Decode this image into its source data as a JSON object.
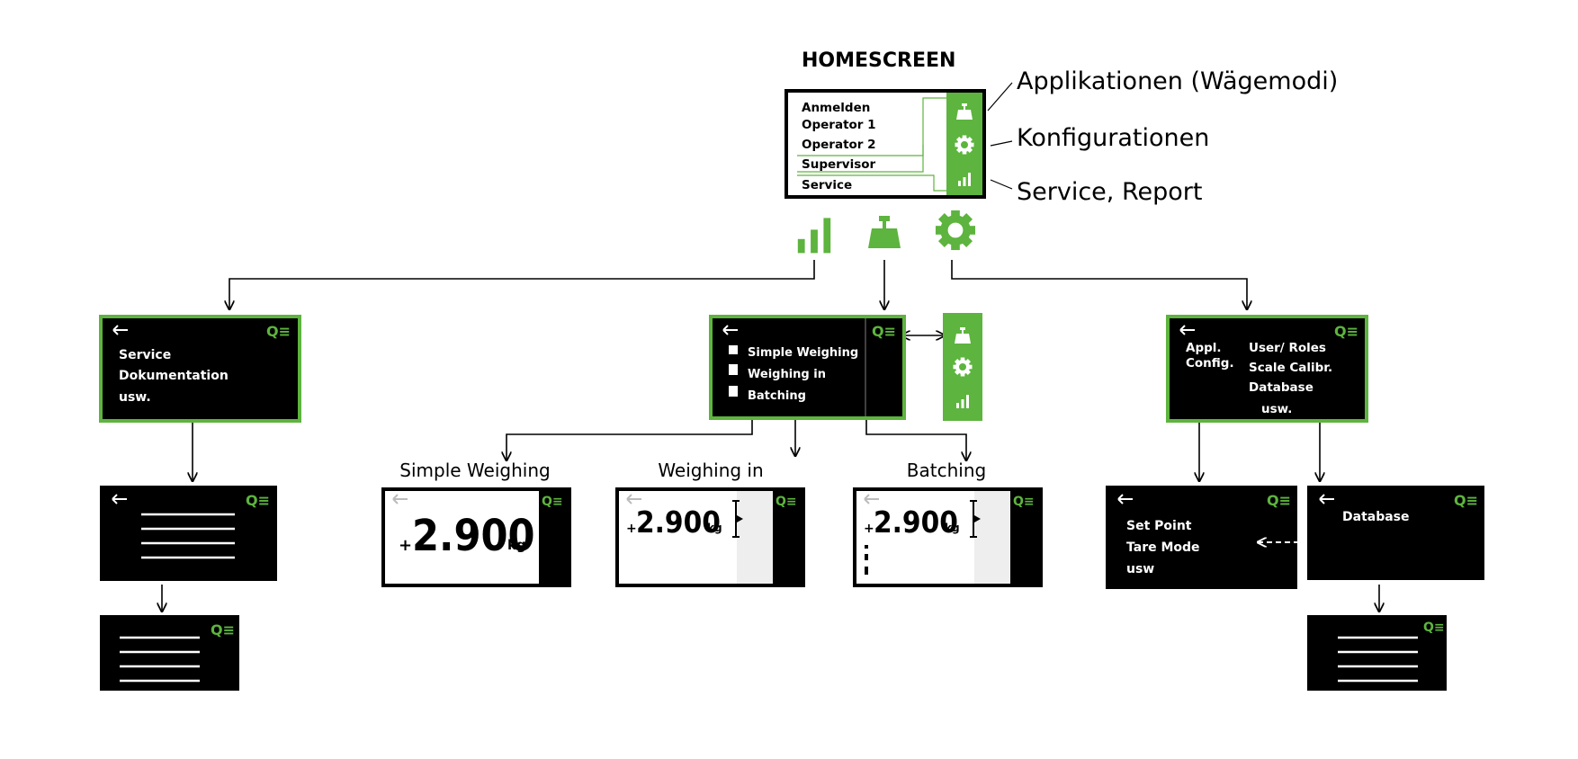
{
  "homescreen": {
    "title": "HOMESCREEN",
    "menu": [
      "Anmelden",
      "Operator 1",
      "Operator 2",
      "Supervisor",
      "Service"
    ],
    "callouts": [
      "Applikationen (Wägemodi)",
      "Konfigurationen",
      "Service, Report"
    ]
  },
  "icons": {
    "menu": "search-menu-icon",
    "back": "back-arrow-icon",
    "apps": "scale-icon",
    "config": "gear-icon",
    "report": "bar-chart-icon"
  },
  "menu_glyph": "Q≡",
  "service_screen": {
    "items": [
      "Service",
      "Dokumentation",
      "usw."
    ]
  },
  "app_screen": {
    "items": [
      "Simple Weighing",
      "Weighing in",
      "Batching"
    ]
  },
  "config_screen": {
    "left": [
      "Appl.",
      "Config."
    ],
    "right": [
      "User/ Roles",
      "Scale Calibr.",
      "Database",
      "usw."
    ]
  },
  "weighing": {
    "titles": [
      "Simple Weighing",
      "Weighing in",
      "Batching"
    ],
    "sign": "+",
    "value": "2.900",
    "unit": "kg"
  },
  "setpoint_screen": {
    "items": [
      "Set Point",
      "Tare Mode",
      "usw"
    ]
  },
  "database_screen": {
    "title": "Database"
  },
  "colors": {
    "green": "#5db43e",
    "black": "#000000",
    "white": "#ffffff",
    "light_gray": "#eeeeee"
  }
}
